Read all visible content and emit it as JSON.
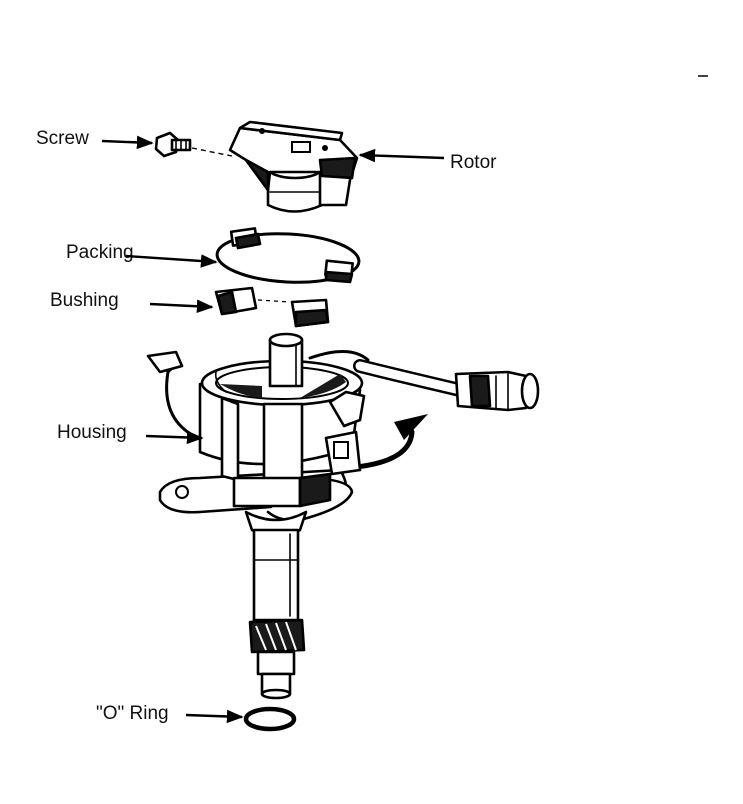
{
  "diagram": {
    "labels": {
      "screw": "Screw",
      "rotor": "Rotor",
      "packing": "Packing",
      "bushing": "Bushing",
      "housing": "Housing",
      "o_ring": "\"O\" Ring"
    }
  }
}
